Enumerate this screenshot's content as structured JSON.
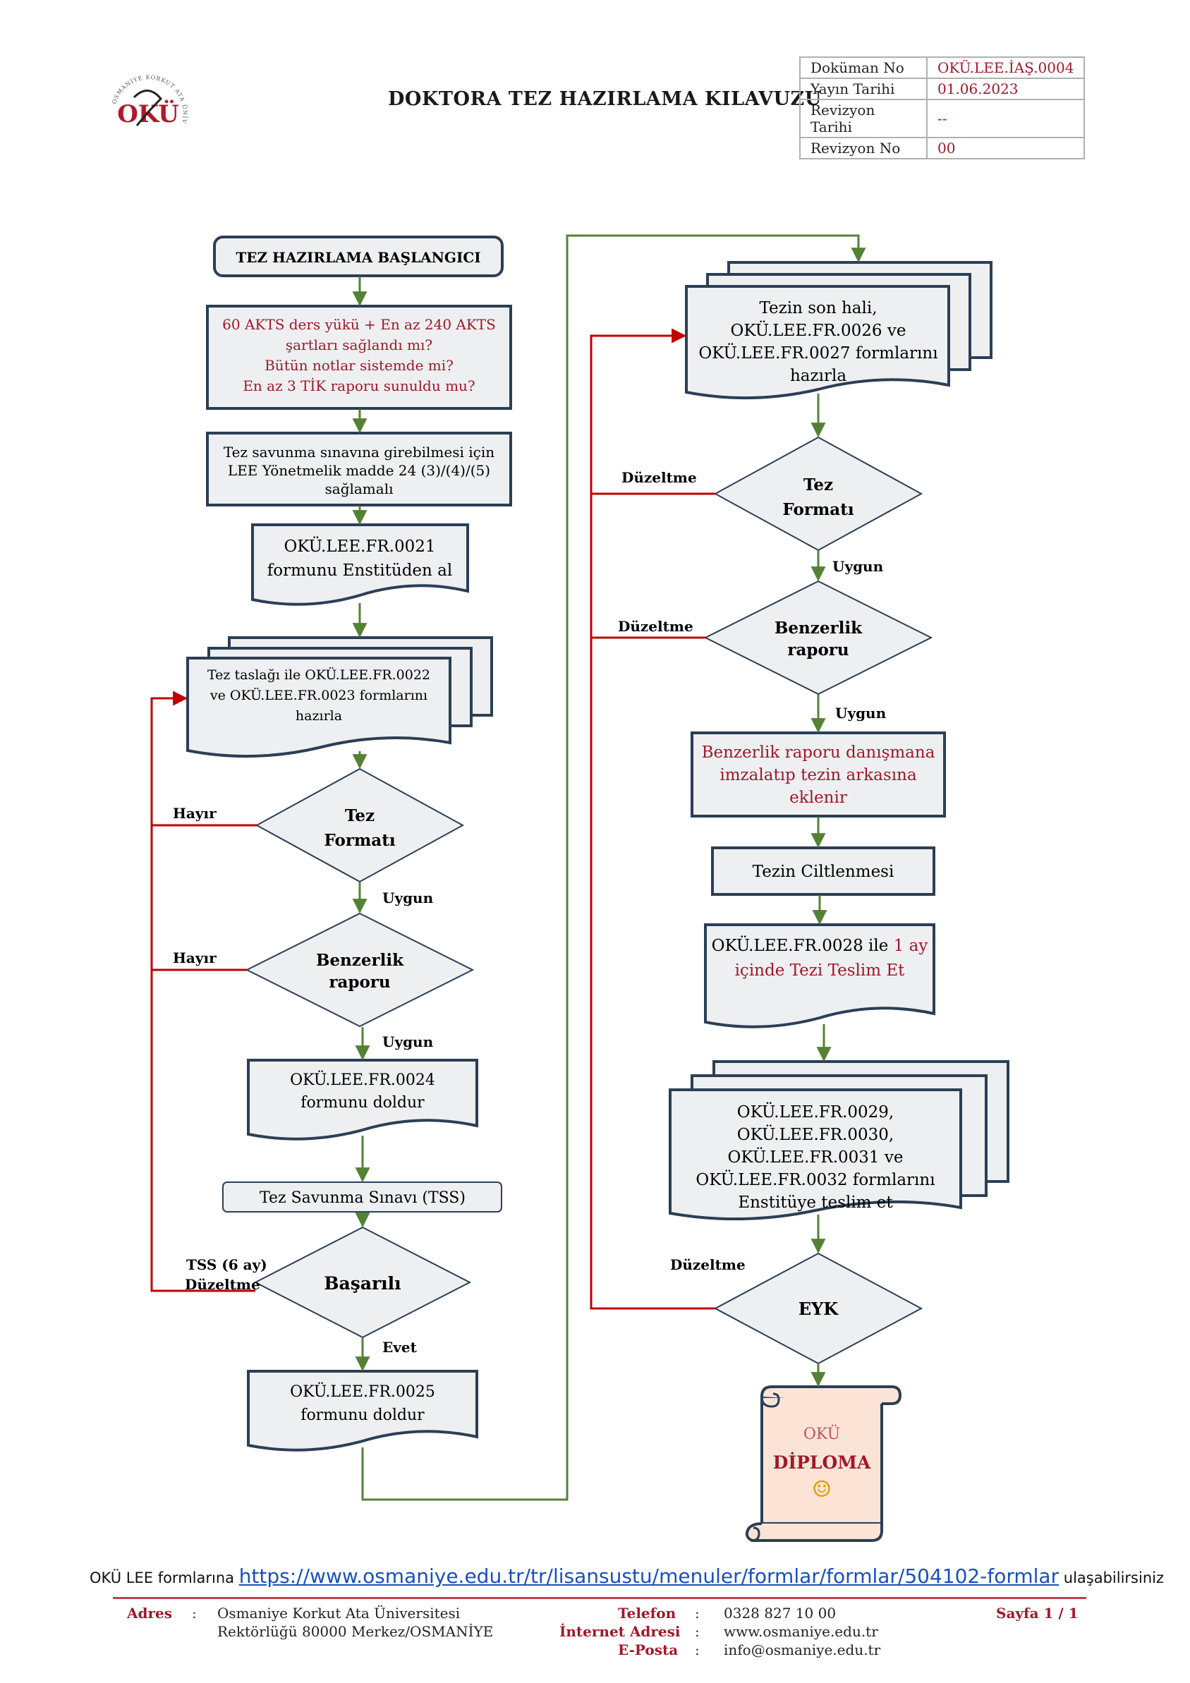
{
  "header": {
    "title": "DOKTORA TEZ HAZIRLAMA KILAVUZU",
    "logo_letters": "OKÜ",
    "logo_ring_text": "OSMANİYE KORKUT ATA ÜNİVERSİTESİ",
    "doc_table": [
      {
        "key": "Doküman No",
        "value": "OKÜ.LEE.İAŞ.0004"
      },
      {
        "key": "Yayın Tarihi",
        "value": "01.06.2023"
      },
      {
        "key": "Revizyon Tarihi",
        "value": "--"
      },
      {
        "key": "Revizyon No",
        "value": "00"
      }
    ]
  },
  "colors": {
    "flow_arrow": "#548235",
    "loop_arrow": "#c00000",
    "box_fill": "#eeeff1",
    "box_stroke": "#2b3f55",
    "red_text": "#a0182a"
  },
  "flow": {
    "start": "TEZ HAZIRLAMA BAŞLANGICI",
    "check1": [
      "60 AKTS ders yükü + En az 240 AKTS",
      "şartları sağlandı mı?",
      "Bütün notlar sistemde mi?",
      "En az 3 TİK raporu sunuldu mu?"
    ],
    "check2": [
      "Tez savunma sınavına girebilmesi için",
      "LEE Yönetmelik madde 24 (3)/(4)/(5)",
      "sağlamalı"
    ],
    "fr0021": [
      "OKÜ.LEE.FR.0021",
      "formunu Enstitüden al"
    ],
    "draft": [
      "Tez taslağı ile OKÜ.LEE.FR.0022",
      "ve OKÜ.LEE.FR.0023 formlarını",
      "hazırla"
    ],
    "format_left": [
      "Tez",
      "Formatı"
    ],
    "sim_left": [
      "Benzerlik",
      "raporu"
    ],
    "fr0024": [
      "OKÜ.LEE.FR.0024",
      "formunu doldur"
    ],
    "tss": "Tez Savunma Sınavı (TSS)",
    "success": "Başarılı",
    "fr0025": [
      "OKÜ.LEE.FR.0025",
      "formunu doldur"
    ],
    "final": [
      "Tezin son hali,",
      "OKÜ.LEE.FR.0026 ve",
      "OKÜ.LEE.FR.0027 formlarını",
      "hazırla"
    ],
    "format_right": [
      "Tez",
      "Formatı"
    ],
    "sim_right": [
      "Benzerlik",
      "raporu"
    ],
    "sim_sign": [
      "Benzerlik raporu danışmana",
      "imzalatıp tezin arkasına",
      "eklenir"
    ],
    "binding": "Tezin Ciltlenmesi",
    "fr0028": {
      "line1_a": "OKÜ.LEE.FR.0028 ile ",
      "line1_b": "1 ay",
      "line2": "içinde Tezi Teslim Et"
    },
    "submit": [
      "OKÜ.LEE.FR.0029,",
      "OKÜ.LEE.FR.0030,",
      "OKÜ.LEE.FR.0031 ve",
      "OKÜ.LEE.FR.0032 formlarını",
      "Enstitüye teslim et"
    ],
    "eyk": "EYK",
    "diploma": "DİPLOMA",
    "smiley": "☺",
    "labels": {
      "hayir": "Hayır",
      "uygun": "Uygun",
      "duzeltme": "Düzeltme",
      "evet": "Evet",
      "tss6": "TSS (6 ay)"
    }
  },
  "links": {
    "prefix": "OKÜ LEE formlarına ",
    "url": "https://www.osmaniye.edu.tr/tr/lisansustu/menuler/formlar/formlar/504102-formlar",
    "suffix": " ulaşabilirsiniz"
  },
  "footer": {
    "adres_label": "Adres",
    "colon": ":",
    "adres_line1": "Osmaniye Korkut Ata Üniversitesi",
    "adres_line2": "Rektörlüğü 80000 Merkez/OSMANİYE",
    "telefon_label": "Telefon",
    "telefon": "0328 827 10 00",
    "internet_label": "İnternet Adresi",
    "internet": "www.osmaniye.edu.tr",
    "eposta_label": "E-Posta",
    "eposta": "info@osmaniye.edu.tr",
    "page": "Sayfa 1 / 1"
  }
}
